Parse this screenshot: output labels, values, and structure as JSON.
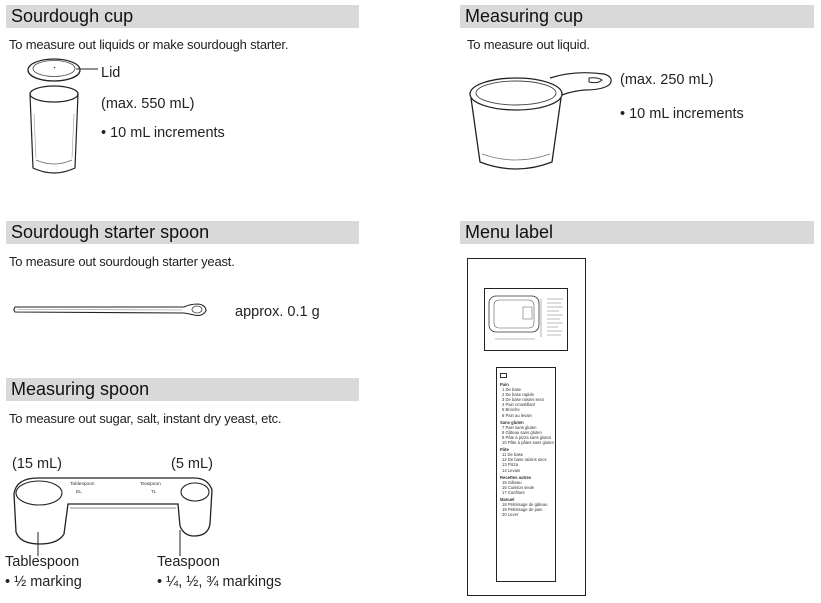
{
  "sourdough_cup": {
    "title": "Sourdough cup",
    "desc": "To measure out liquids or make sourdough starter.",
    "lid_label": "Lid",
    "capacity": "(max. 550 mL)",
    "increments": "• 10 mL increments"
  },
  "measuring_cup": {
    "title": "Measuring cup",
    "desc": "To measure out liquid.",
    "capacity": "(max. 250 mL)",
    "increments": "• 10 mL increments"
  },
  "starter_spoon": {
    "title": "Sourdough starter spoon",
    "desc": "To measure out sourdough starter yeast.",
    "amount": "approx. 0.1 g"
  },
  "measuring_spoon": {
    "title": "Measuring spoon",
    "desc": "To measure out sugar, salt, instant dry yeast, etc.",
    "large_volume": "(15 mL)",
    "small_volume": "(5 mL)",
    "engraved_tablespoon": "Tablespoon",
    "engraved_el": "EL",
    "engraved_teaspoon": "Teaspoon",
    "engraved_tl": "TL",
    "tablespoon_label": "Tablespoon",
    "tablespoon_marking": "• ½ marking",
    "teaspoon_label": "Teaspoon",
    "teaspoon_marking": "• ¼, ½, ¾ markings"
  },
  "menu_label": {
    "title": "Menu label",
    "groups": [
      {
        "heading": "Pain",
        "items": [
          "1 De base",
          "2 De base rapide",
          "3 De base raisins secs",
          "4 Pain croustillant",
          "5 Brioche",
          "6 Pain au levain"
        ]
      },
      {
        "heading": "Sans gluten",
        "items": [
          "7 Pain sans gluten",
          "8 Gâteau sans gluten",
          "9 Pâte à pizza sans gluten",
          "10 Pâte à pâtes sans gluten"
        ]
      },
      {
        "heading": "Pâte",
        "items": [
          "11 De base",
          "12 De base raisins secs",
          "13 Pizza",
          "14 Levain"
        ]
      },
      {
        "heading": "Recettes autres",
        "items": [
          "15 Gâteau",
          "16 Cuisson seule",
          "17 Confiture"
        ]
      },
      {
        "heading": "Manuel",
        "items": [
          "18 Pétrissage de gâteau",
          "19 Pétrissage de pain",
          "20 Lever"
        ]
      }
    ]
  }
}
